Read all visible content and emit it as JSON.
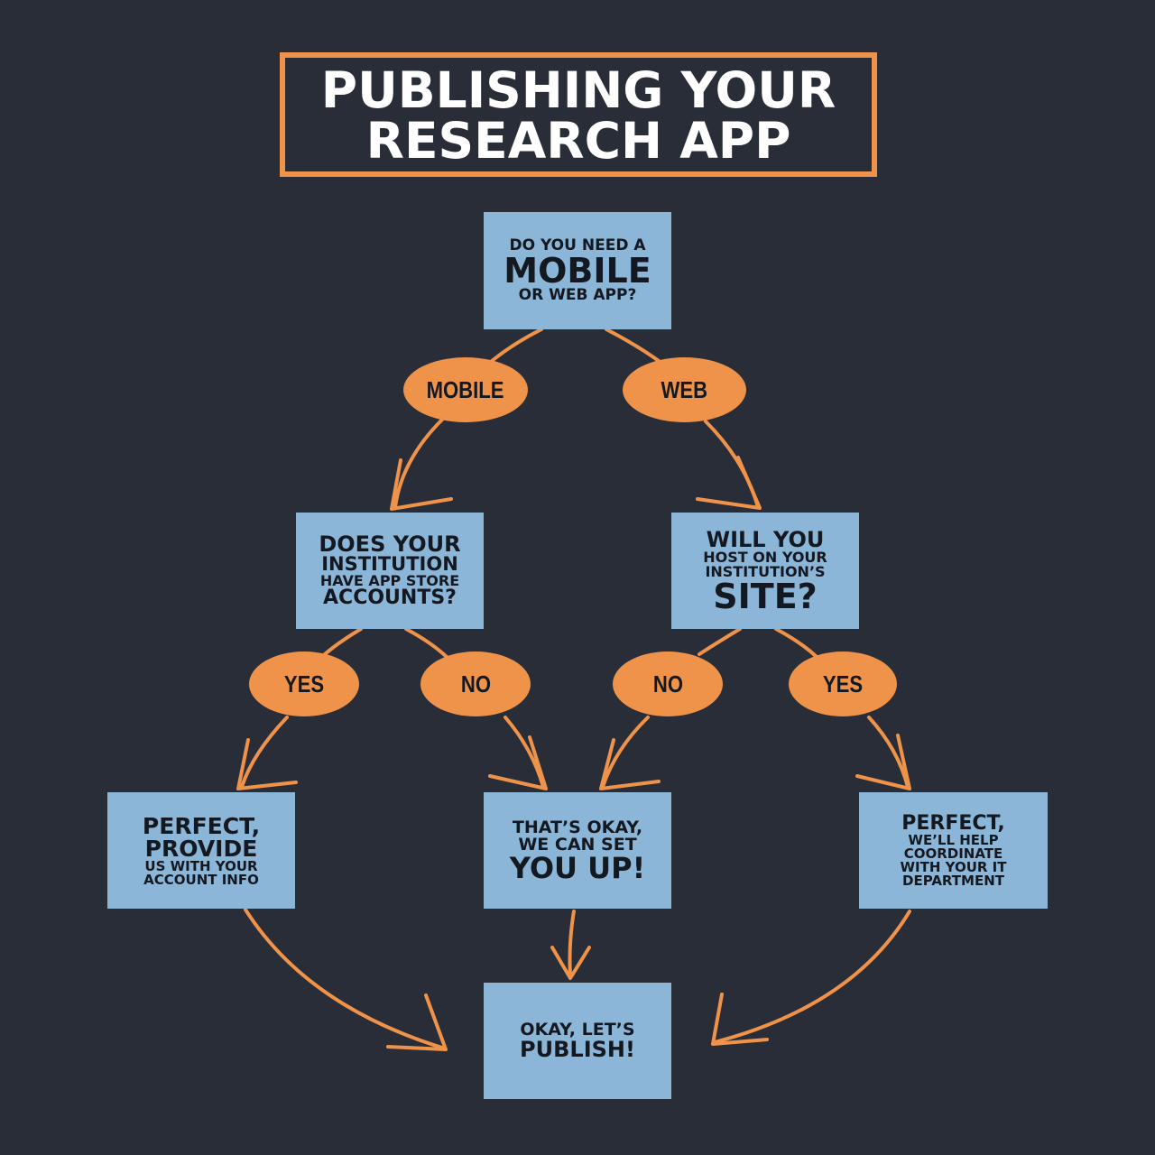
{
  "title": {
    "line1": "PUBLISHING YOUR",
    "line2": "RESEARCH APP"
  },
  "nodes": {
    "q_mobile_web": {
      "line1": "DO YOU NEED A",
      "line2": "MOBILE",
      "line3": "OR WEB APP?"
    },
    "q_app_store": {
      "line1": "DOES YOUR",
      "line2": "INSTITUTION",
      "line3": "HAVE APP STORE",
      "line4": "ACCOUNTS?"
    },
    "q_host": {
      "line1": "WILL YOU",
      "line2": "HOST ON YOUR",
      "line3": "INSTITUTION’S",
      "line4": "SITE?"
    },
    "r_provide": {
      "line1": "PERFECT,",
      "line2": "PROVIDE",
      "line3": "US WITH YOUR",
      "line4": "ACCOUNT INFO"
    },
    "r_setup": {
      "line1": "THAT’S OKAY,",
      "line2": "WE CAN SET",
      "line3": "YOU UP!"
    },
    "r_coordinate": {
      "line1": "PERFECT,",
      "line2": "WE’LL HELP",
      "line3": "COORDINATE",
      "line4": "WITH YOUR IT",
      "line5": "DEPARTMENT"
    },
    "r_publish": {
      "line1": "OKAY, LET’S",
      "line2": "PUBLISH!"
    }
  },
  "choices": {
    "mobile": "MOBILE",
    "web": "WEB",
    "yes_left": "YES",
    "no_left": "NO",
    "no_right": "NO",
    "yes_right": "YES"
  },
  "colors": {
    "background": "#282d38",
    "box": "#8cb6d8",
    "accent": "#f0934a",
    "text_dark": "#141820",
    "title_text": "#ffffff"
  }
}
